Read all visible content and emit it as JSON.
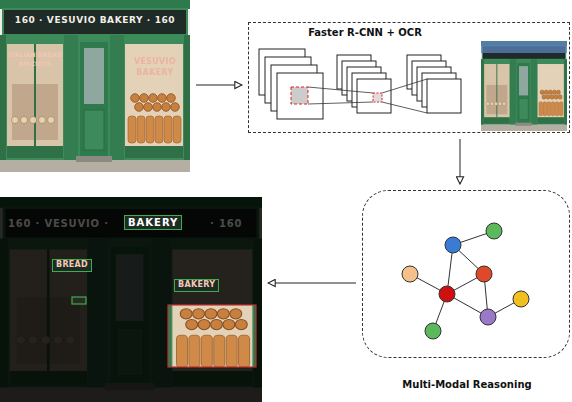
{
  "diagram": {
    "nodes": [
      {
        "text": [
          "160 · VESUVIO BAKERY · 160",
          "ITALIAN BREAD",
          "BISCUITS",
          "VESUVIO",
          "BAKERY"
        ]
      },
      {
        "text": [
          "Faster R-CNN + OCR"
        ]
      },
      {
        "text": [
          "Multi-Modal Reasoning"
        ]
      },
      {
        "text": [
          "160 · VESUVIO ·",
          "BAKERY",
          "· 160",
          "BREAD",
          "BAKERY"
        ]
      }
    ],
    "edges": [
      {
        "from": 0,
        "to": 1,
        "arrow": "to"
      },
      {
        "from": 1,
        "to": 2,
        "arrow": "to"
      },
      {
        "from": 2,
        "to": 3,
        "arrow": "to"
      }
    ]
  }
}
